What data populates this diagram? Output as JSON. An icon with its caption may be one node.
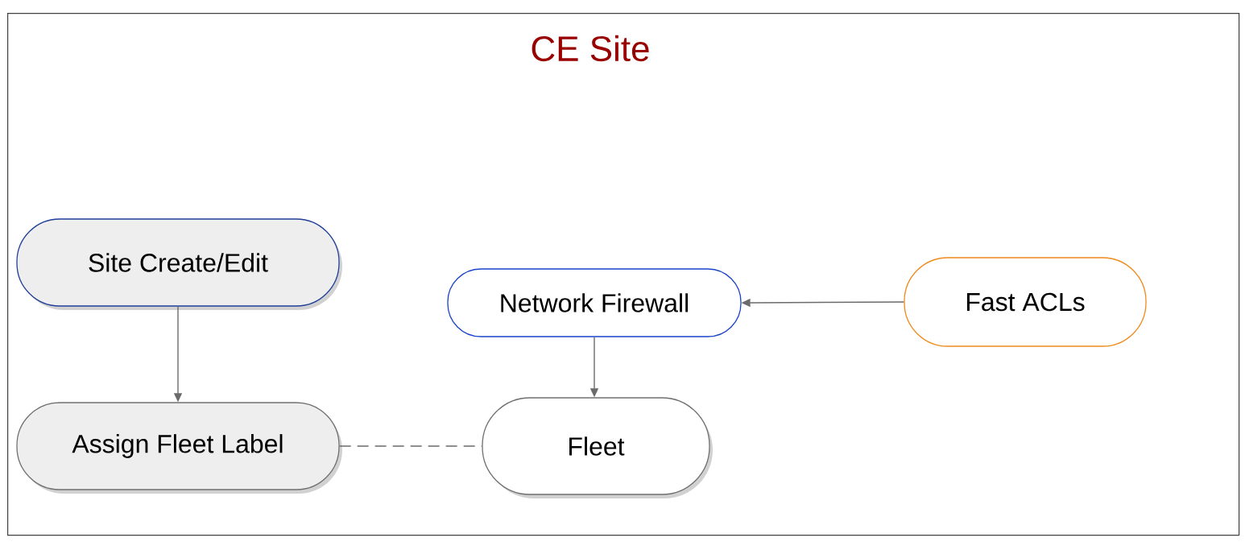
{
  "diagram": {
    "nodes": [
      {
        "text": [
          "CE Site"
        ]
      },
      {
        "text": [
          "Site Create/Edit"
        ],
        "in": 0
      },
      {
        "text": [
          "Network Firewall"
        ],
        "in": 0
      },
      {
        "text": [
          "Fast ACLs"
        ],
        "in": 0
      },
      {
        "text": [
          "Assign Fleet Label"
        ],
        "in": 0
      },
      {
        "text": [
          "Fleet"
        ],
        "in": 0
      }
    ],
    "edges": [
      {
        "from": 1,
        "to": 4,
        "arrow": "to"
      },
      {
        "from": 3,
        "to": 2,
        "arrow": "to"
      },
      {
        "from": 2,
        "to": 5,
        "arrow": "to"
      },
      {
        "from": 4,
        "to": 5,
        "arrow": "none",
        "style": "dashed"
      }
    ]
  }
}
